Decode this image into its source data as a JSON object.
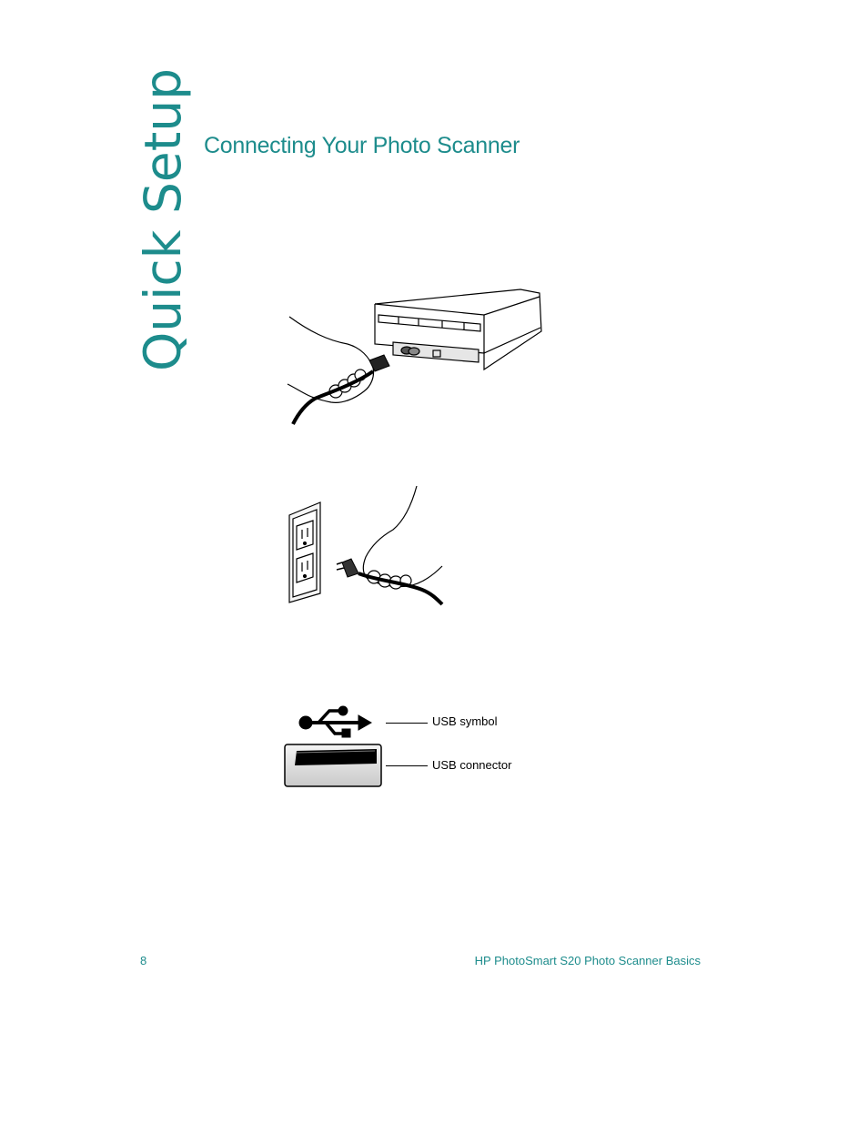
{
  "sidebar": {
    "section_title": "Quick Setup"
  },
  "main": {
    "heading": "Connecting Your Photo Scanner"
  },
  "figures": {
    "usb": {
      "symbol_label": "USB symbol",
      "connector_label": "USB connector"
    }
  },
  "footer": {
    "page_number": "8",
    "book_title": "HP PhotoSmart S20 Photo Scanner Basics"
  },
  "colors": {
    "accent": "#1d8c8c"
  }
}
